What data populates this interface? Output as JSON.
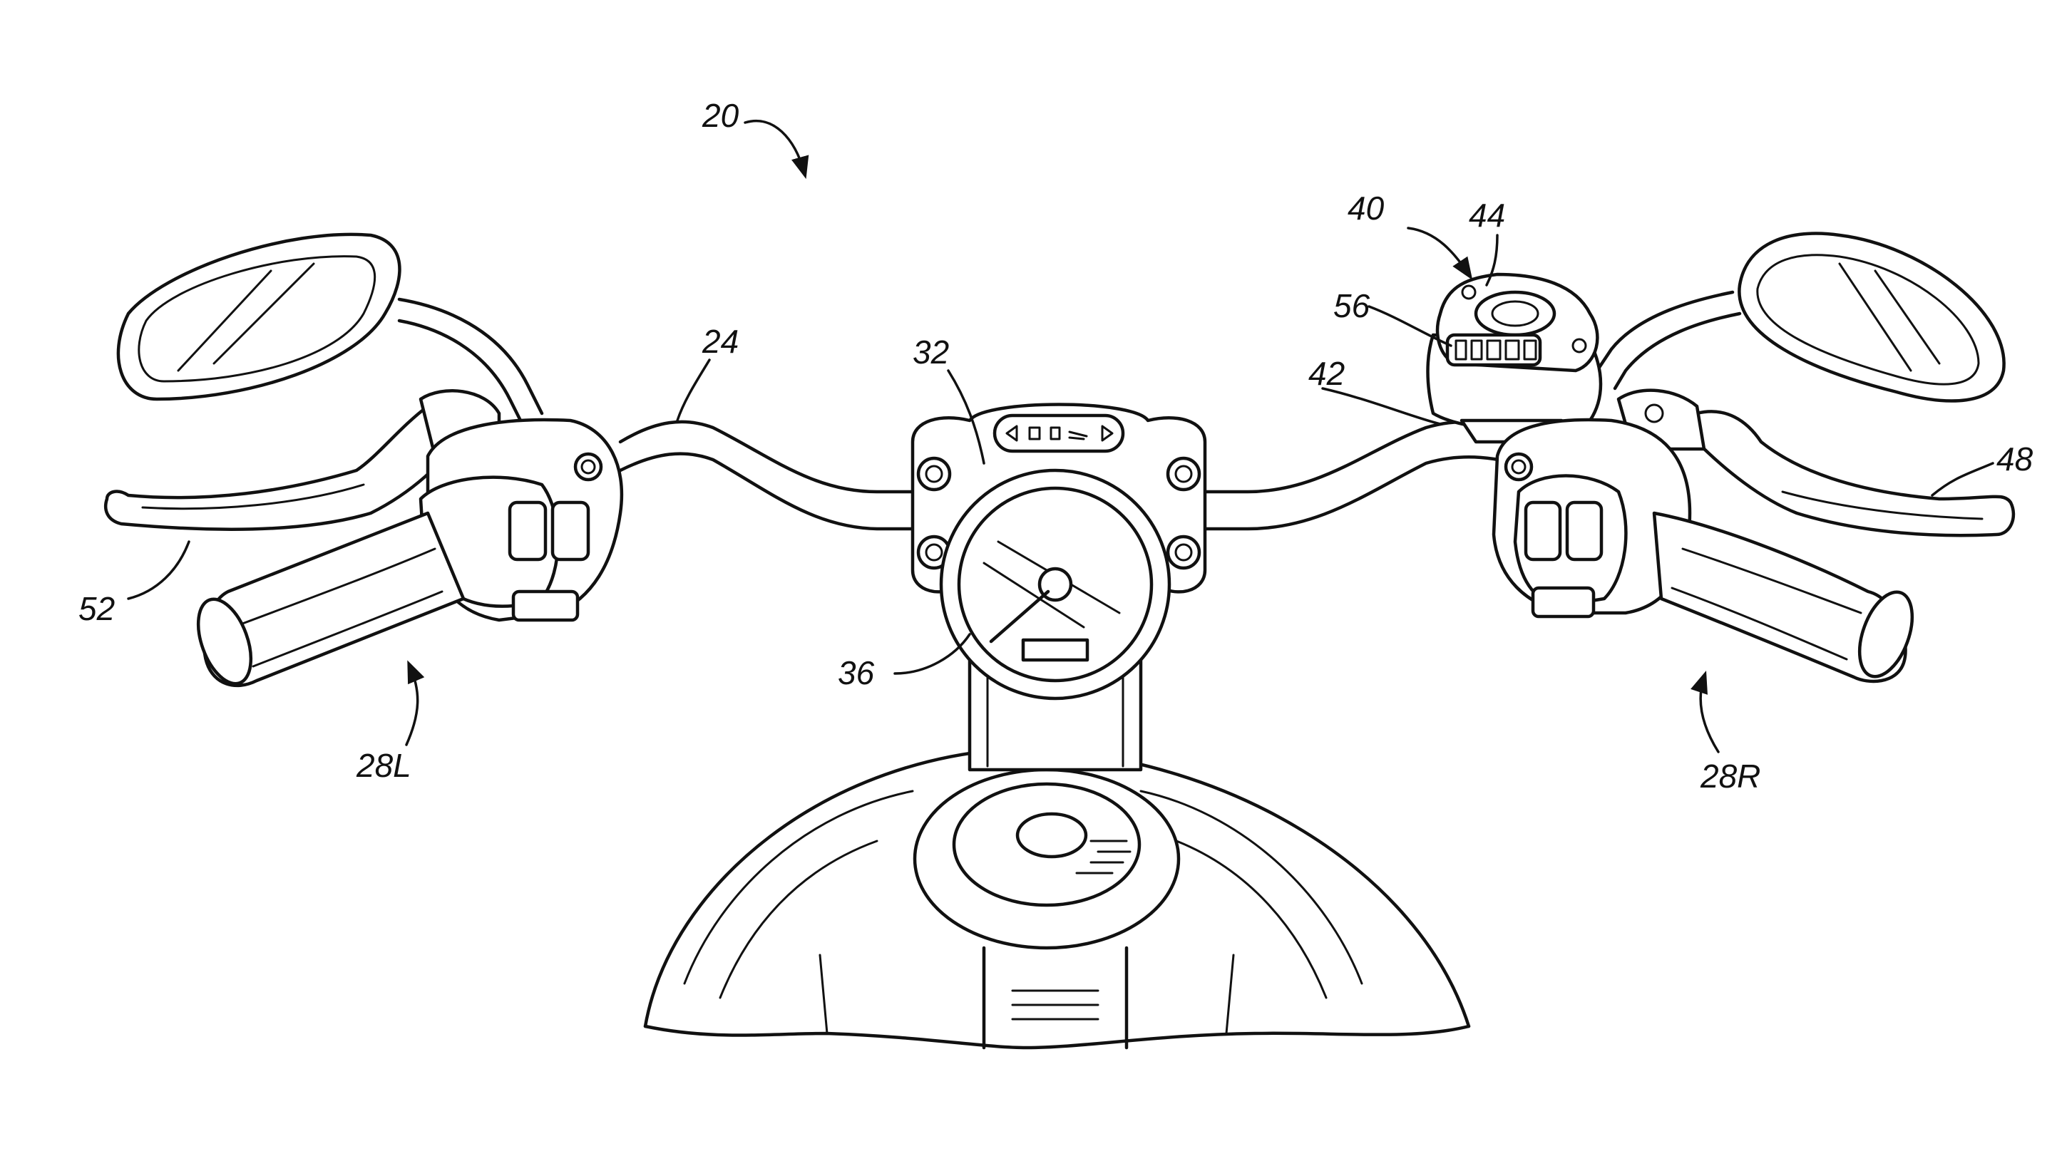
{
  "figure": {
    "reference_labels": {
      "assembly": "20",
      "handlebar": "24",
      "left_control": "28L",
      "right_control": "28R",
      "riser_clamp": "32",
      "speedometer": "36",
      "accessory_unit": "40",
      "mount": "42",
      "unit_top": "44",
      "brake_lever": "48",
      "clutch_lever": "52",
      "indicator_panel": "56"
    },
    "stroke_color": "#111111",
    "background_color": "#ffffff"
  }
}
